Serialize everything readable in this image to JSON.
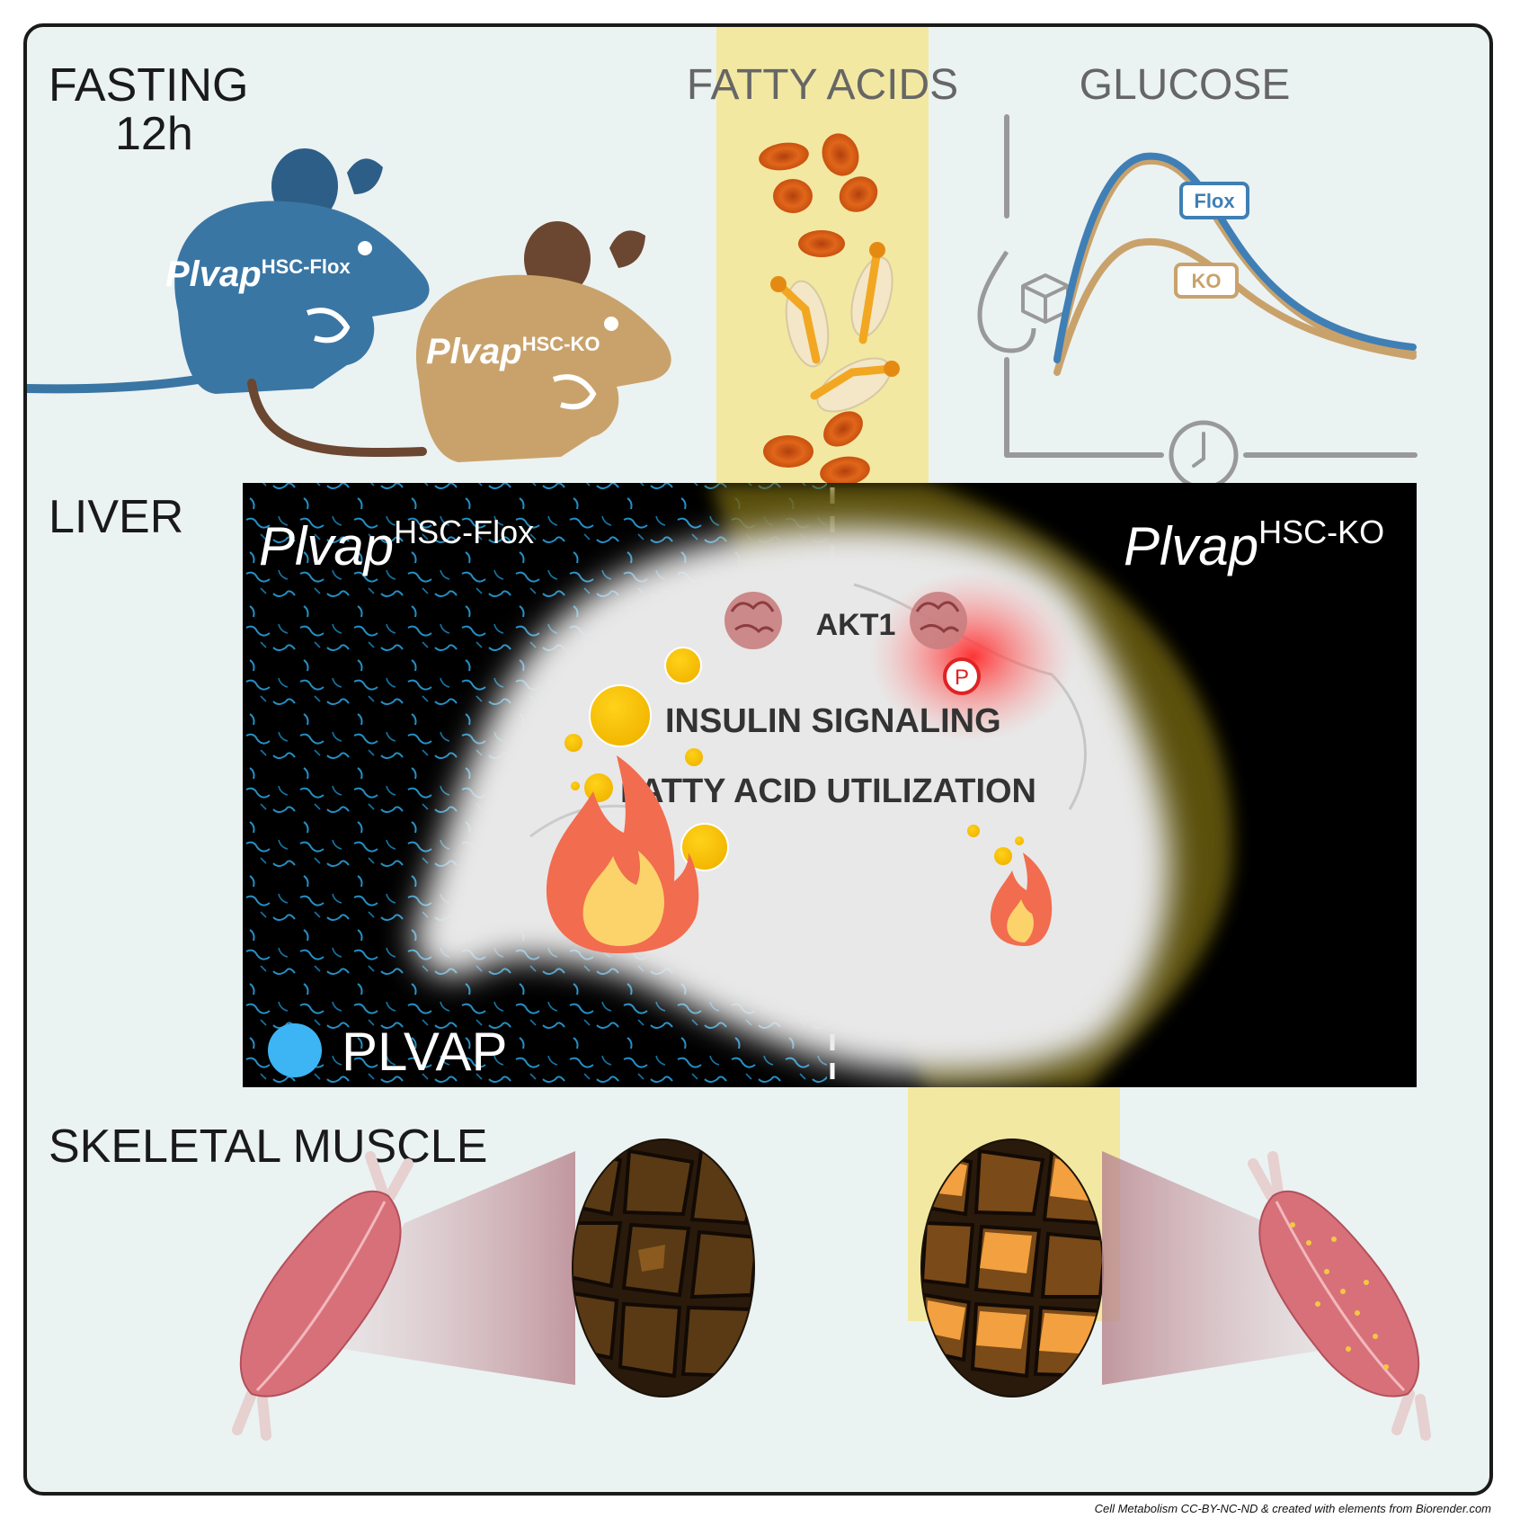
{
  "fasting": {
    "line1": "FASTING",
    "line2": "12h"
  },
  "mice": {
    "flox": {
      "base": "Plvap",
      "sup": "HSC-Flox",
      "color": "#3a76a4"
    },
    "ko": {
      "base": "Plvap",
      "sup": "HSC-KO",
      "color": "#c9a26b"
    }
  },
  "fatty_acids": {
    "title": "FATTY ACIDS"
  },
  "glucose": {
    "title": "GLUCOSE",
    "curves": [
      {
        "name": "Flox",
        "color": "#3f7fb5"
      },
      {
        "name": "KO",
        "color": "#c9a26b"
      }
    ]
  },
  "liver": {
    "title": "LIVER",
    "flox_label": {
      "base": "Plvap",
      "sup": "HSC-Flox"
    },
    "ko_label": {
      "base": "Plvap",
      "sup": "HSC-KO"
    },
    "akt1": "AKT1",
    "phospho": "P",
    "insulin": "INSULIN SIGNALING",
    "fa_util": "FATTY ACID UTILIZATION",
    "legend": "PLVAP",
    "legend_color": "#3db5f5"
  },
  "muscle": {
    "title": "SKELETAL MUSCLE"
  },
  "credit": "Cell Metabolism CC-BY-NC-ND & created with elements from Biorender.com"
}
